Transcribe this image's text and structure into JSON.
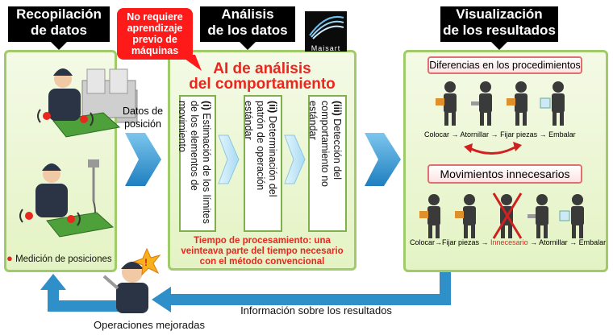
{
  "headers": {
    "collection": [
      "Recopilación",
      "de datos"
    ],
    "analysis": [
      "Análisis",
      "de los datos"
    ],
    "visualization": [
      "Visualización",
      "de los resultados"
    ]
  },
  "callout": [
    "No requiere",
    "aprendizaje",
    "previo de",
    "máquinas"
  ],
  "logo": "Maisart",
  "ai_title": [
    "AI de análisis",
    "del comportamiento"
  ],
  "steps": [
    {
      "num": "(i)",
      "text": "Estimación de los límites de los elementos de movimiento"
    },
    {
      "num": "(ii)",
      "text": "Determinación del patrón de operación estándar"
    },
    {
      "num": "(iii)",
      "text": "Detección del comportamiento no estándar"
    }
  ],
  "processing_time": [
    "Tiempo de procesamiento: una",
    "veinteava parte del tiempo necesario",
    "con el método convencional"
  ],
  "position_data": [
    "Datos de",
    "posición"
  ],
  "position_measurement": "Medición de posiciones",
  "diff_procedures": "Diferencias en los procedimientos",
  "sequence_top": [
    "Colocar",
    "Atornillar",
    "Fijar piezas",
    "Embalar"
  ],
  "unnecessary_movements": "Movimientos innecesarios",
  "sequence_bottom": [
    "Colocar",
    "Fijar piezas",
    "Innecesario",
    "Atornillar",
    "Embalar"
  ],
  "results_info": "Información sobre los resultados",
  "improved_ops": "Operaciones mejoradas",
  "colors": {
    "accent_red": "#e8271f",
    "panel_border": "#9fcb6a",
    "arrow_blue": "#2f8fc9"
  }
}
